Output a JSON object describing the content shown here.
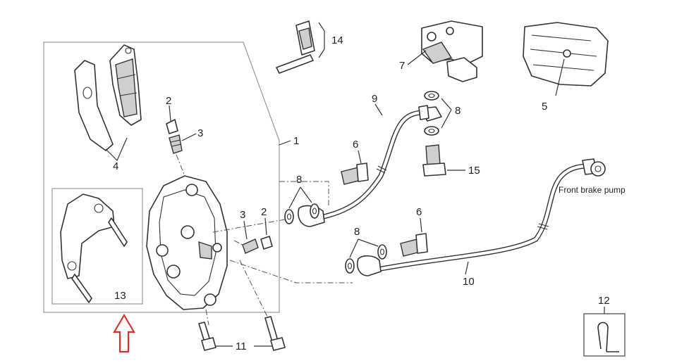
{
  "callouts": {
    "c1": "1",
    "c2_top": "2",
    "c2_mid": "2",
    "c3_top": "3",
    "c3_mid": "3",
    "c4": "4",
    "c5": "5",
    "c6_top": "6",
    "c6_mid": "6",
    "c7": "7",
    "c8_top": "8",
    "c8_left": "8",
    "c8_mid": "8",
    "c9": "9",
    "c10": "10",
    "c11": "11",
    "c12": "12",
    "c13": "13",
    "c14": "14",
    "c15": "15"
  },
  "labels": {
    "front_brake_pump": "Front brake pump"
  },
  "colors": {
    "highlight_arrow": "#d8322f",
    "line": "#333333",
    "frame": "#9a9a9a"
  }
}
